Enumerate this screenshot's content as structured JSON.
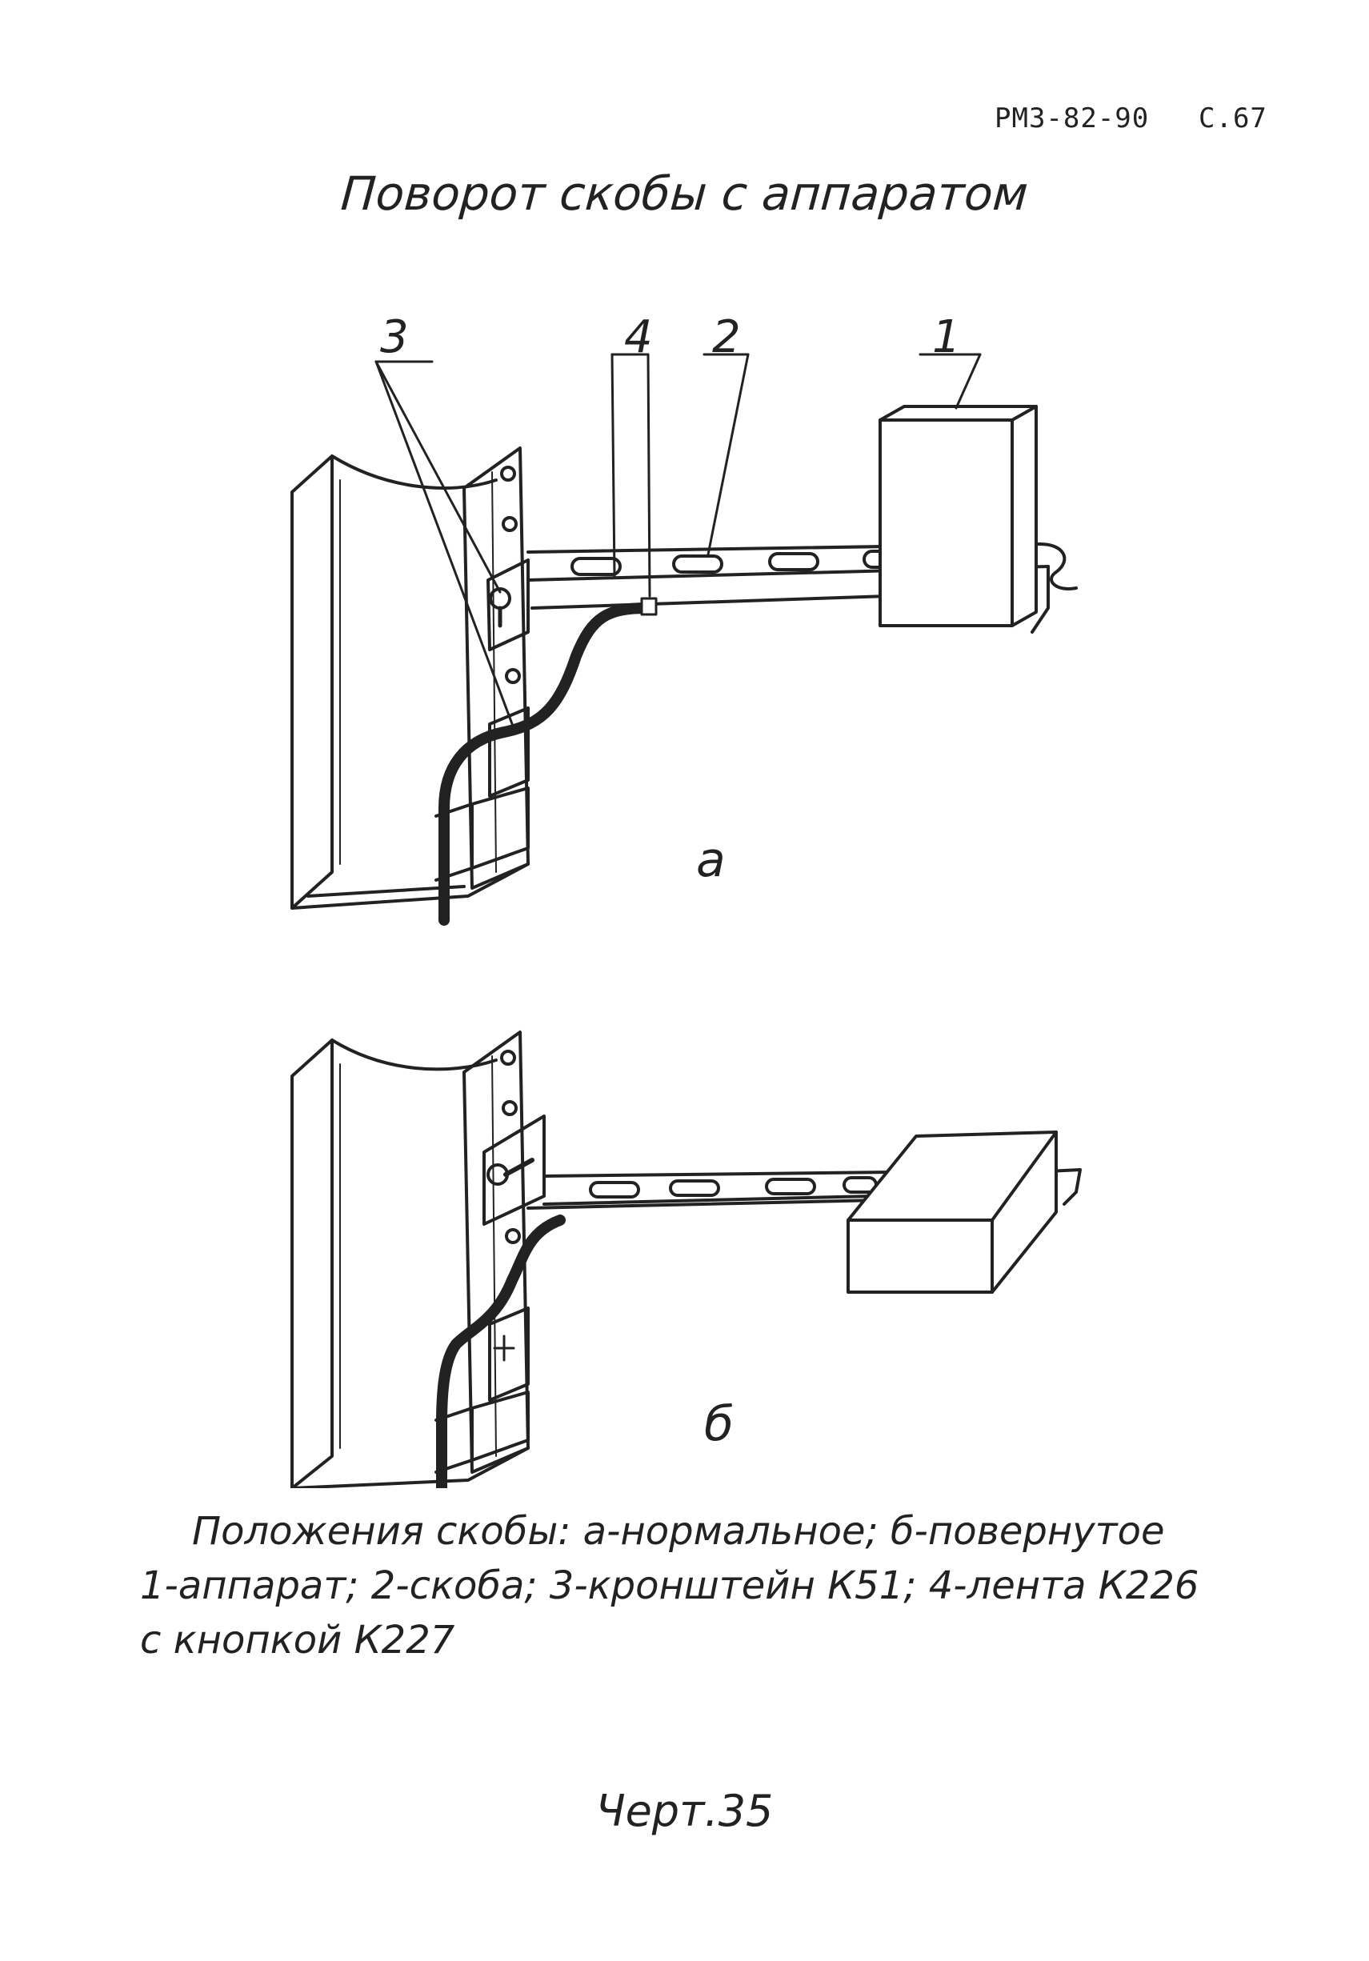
{
  "header": {
    "doc_code": "РМ3-82-90",
    "page": "С.67"
  },
  "title": "Поворот скобы с аппаратом",
  "callouts": {
    "c1": "1",
    "c2": "2",
    "c3": "3",
    "c4": "4"
  },
  "views": {
    "a": "а",
    "b": "б"
  },
  "caption": {
    "line1": "Положения скобы: а-нормальное; б-повернутое",
    "line2": "1-аппарат; 2-скоба; 3-кронштейн К51; 4-лента К226",
    "line3": "с кнопкой К227"
  },
  "figure_label": "Черт.35",
  "colors": {
    "ink": "#222222",
    "paper": "#ffffff"
  }
}
